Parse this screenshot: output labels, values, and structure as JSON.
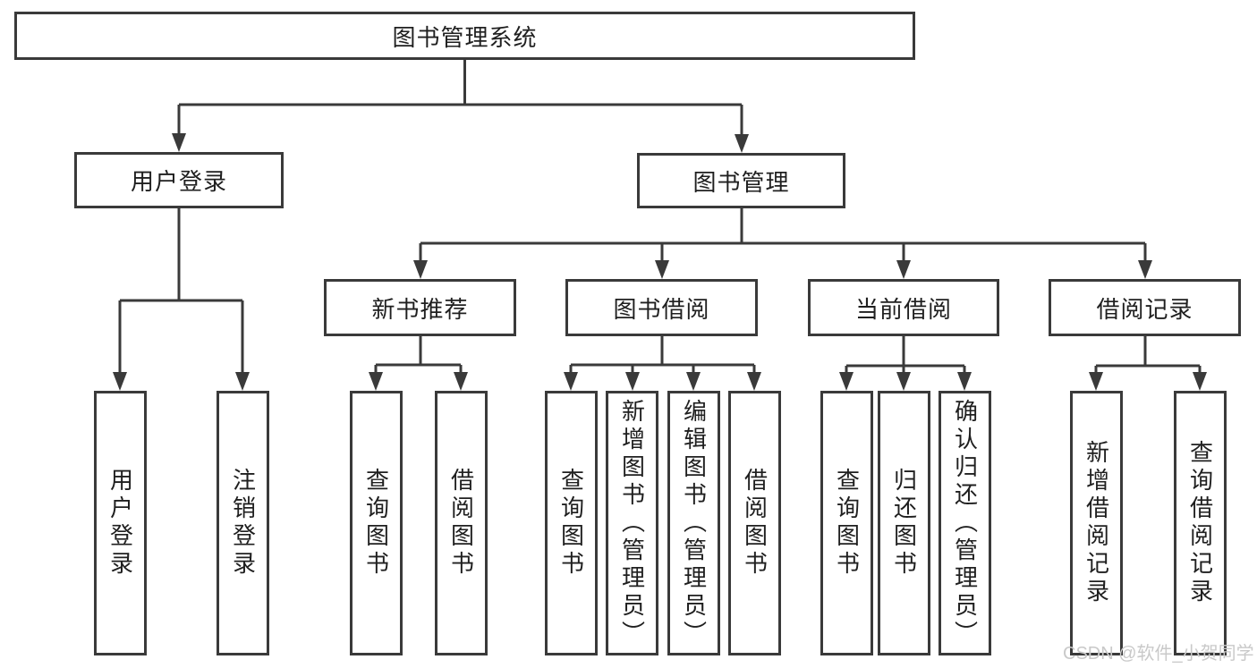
{
  "tree": {
    "root": {
      "label": "图书管理系统"
    },
    "children": [
      {
        "label": "用户登录",
        "leaves": [
          {
            "label": "用户登录"
          },
          {
            "label": "注销登录"
          }
        ]
      },
      {
        "label": "图书管理",
        "children": [
          {
            "label": "新书推荐",
            "leaves": [
              {
                "label": "查询图书"
              },
              {
                "label": "借阅图书"
              }
            ]
          },
          {
            "label": "图书借阅",
            "leaves": [
              {
                "label": "查询图书"
              },
              {
                "label": "新增图书（管理员）"
              },
              {
                "label": "编辑图书（管理员）"
              },
              {
                "label": "借阅图书"
              }
            ]
          },
          {
            "label": "当前借阅",
            "leaves": [
              {
                "label": "查询图书"
              },
              {
                "label": "归还图书"
              },
              {
                "label": "确认归还（管理员）"
              }
            ]
          },
          {
            "label": "借阅记录",
            "leaves": [
              {
                "label": "新增借阅记录"
              },
              {
                "label": "查询借阅记录"
              }
            ]
          }
        ]
      }
    ]
  },
  "watermark": {
    "text": "CSDN @软件_小贺同学"
  },
  "colors": {
    "line": "#3a3a3a",
    "border": "#3a3a3a",
    "text": "#1f1f1f",
    "background": "#ffffff",
    "watermark": "#c9c9c9"
  }
}
